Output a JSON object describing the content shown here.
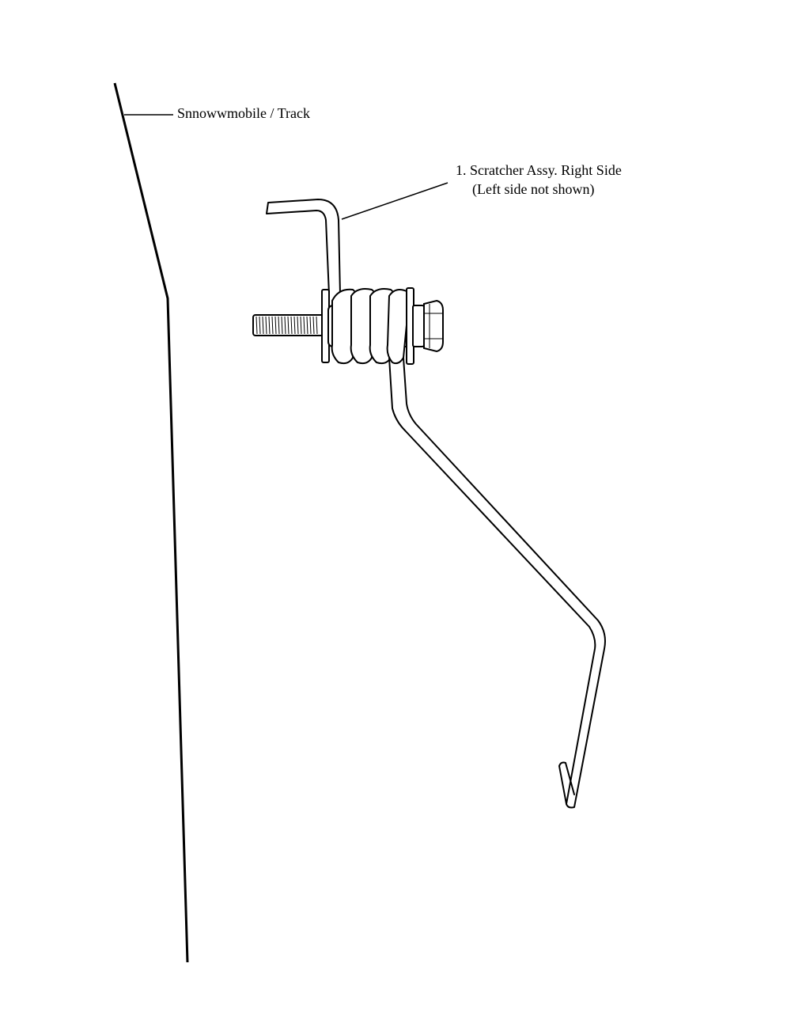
{
  "labels": {
    "track": "Snnowwmobile  / Track",
    "part_line1": "1. Scratcher Assy. Right Side",
    "part_line2": "(Left side not shown)"
  },
  "colors": {
    "ink": "#000000",
    "background": "#ffffff"
  }
}
